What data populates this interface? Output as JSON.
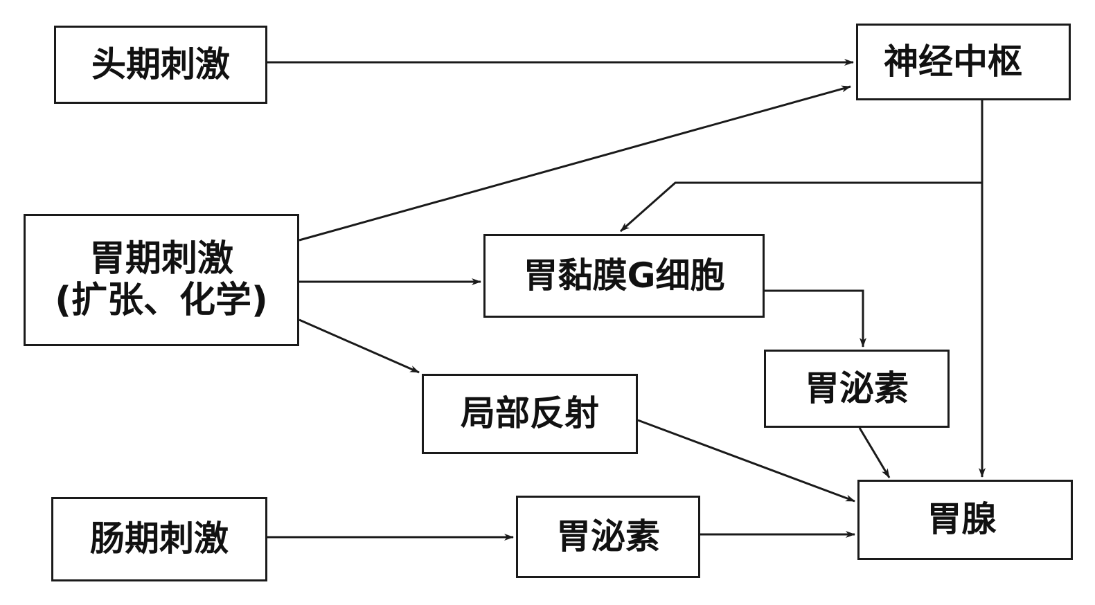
{
  "nodes": {
    "head_stimulus": "头期刺激",
    "nerve_center": "神经中枢",
    "gastric_stimulus_line1": "胃期刺激",
    "gastric_stimulus_line2": "(扩张、化学)",
    "g_cell": "胃黏膜G细胞",
    "gastrin_upper": "胃泌素",
    "local_reflex": "局部反射",
    "intestinal_stimulus": "肠期刺激",
    "gastrin_lower": "胃泌素",
    "gastric_gland": "胃腺"
  },
  "colors": {
    "line": "#1a1a1a",
    "text": "#111111",
    "background": "#ffffff"
  }
}
